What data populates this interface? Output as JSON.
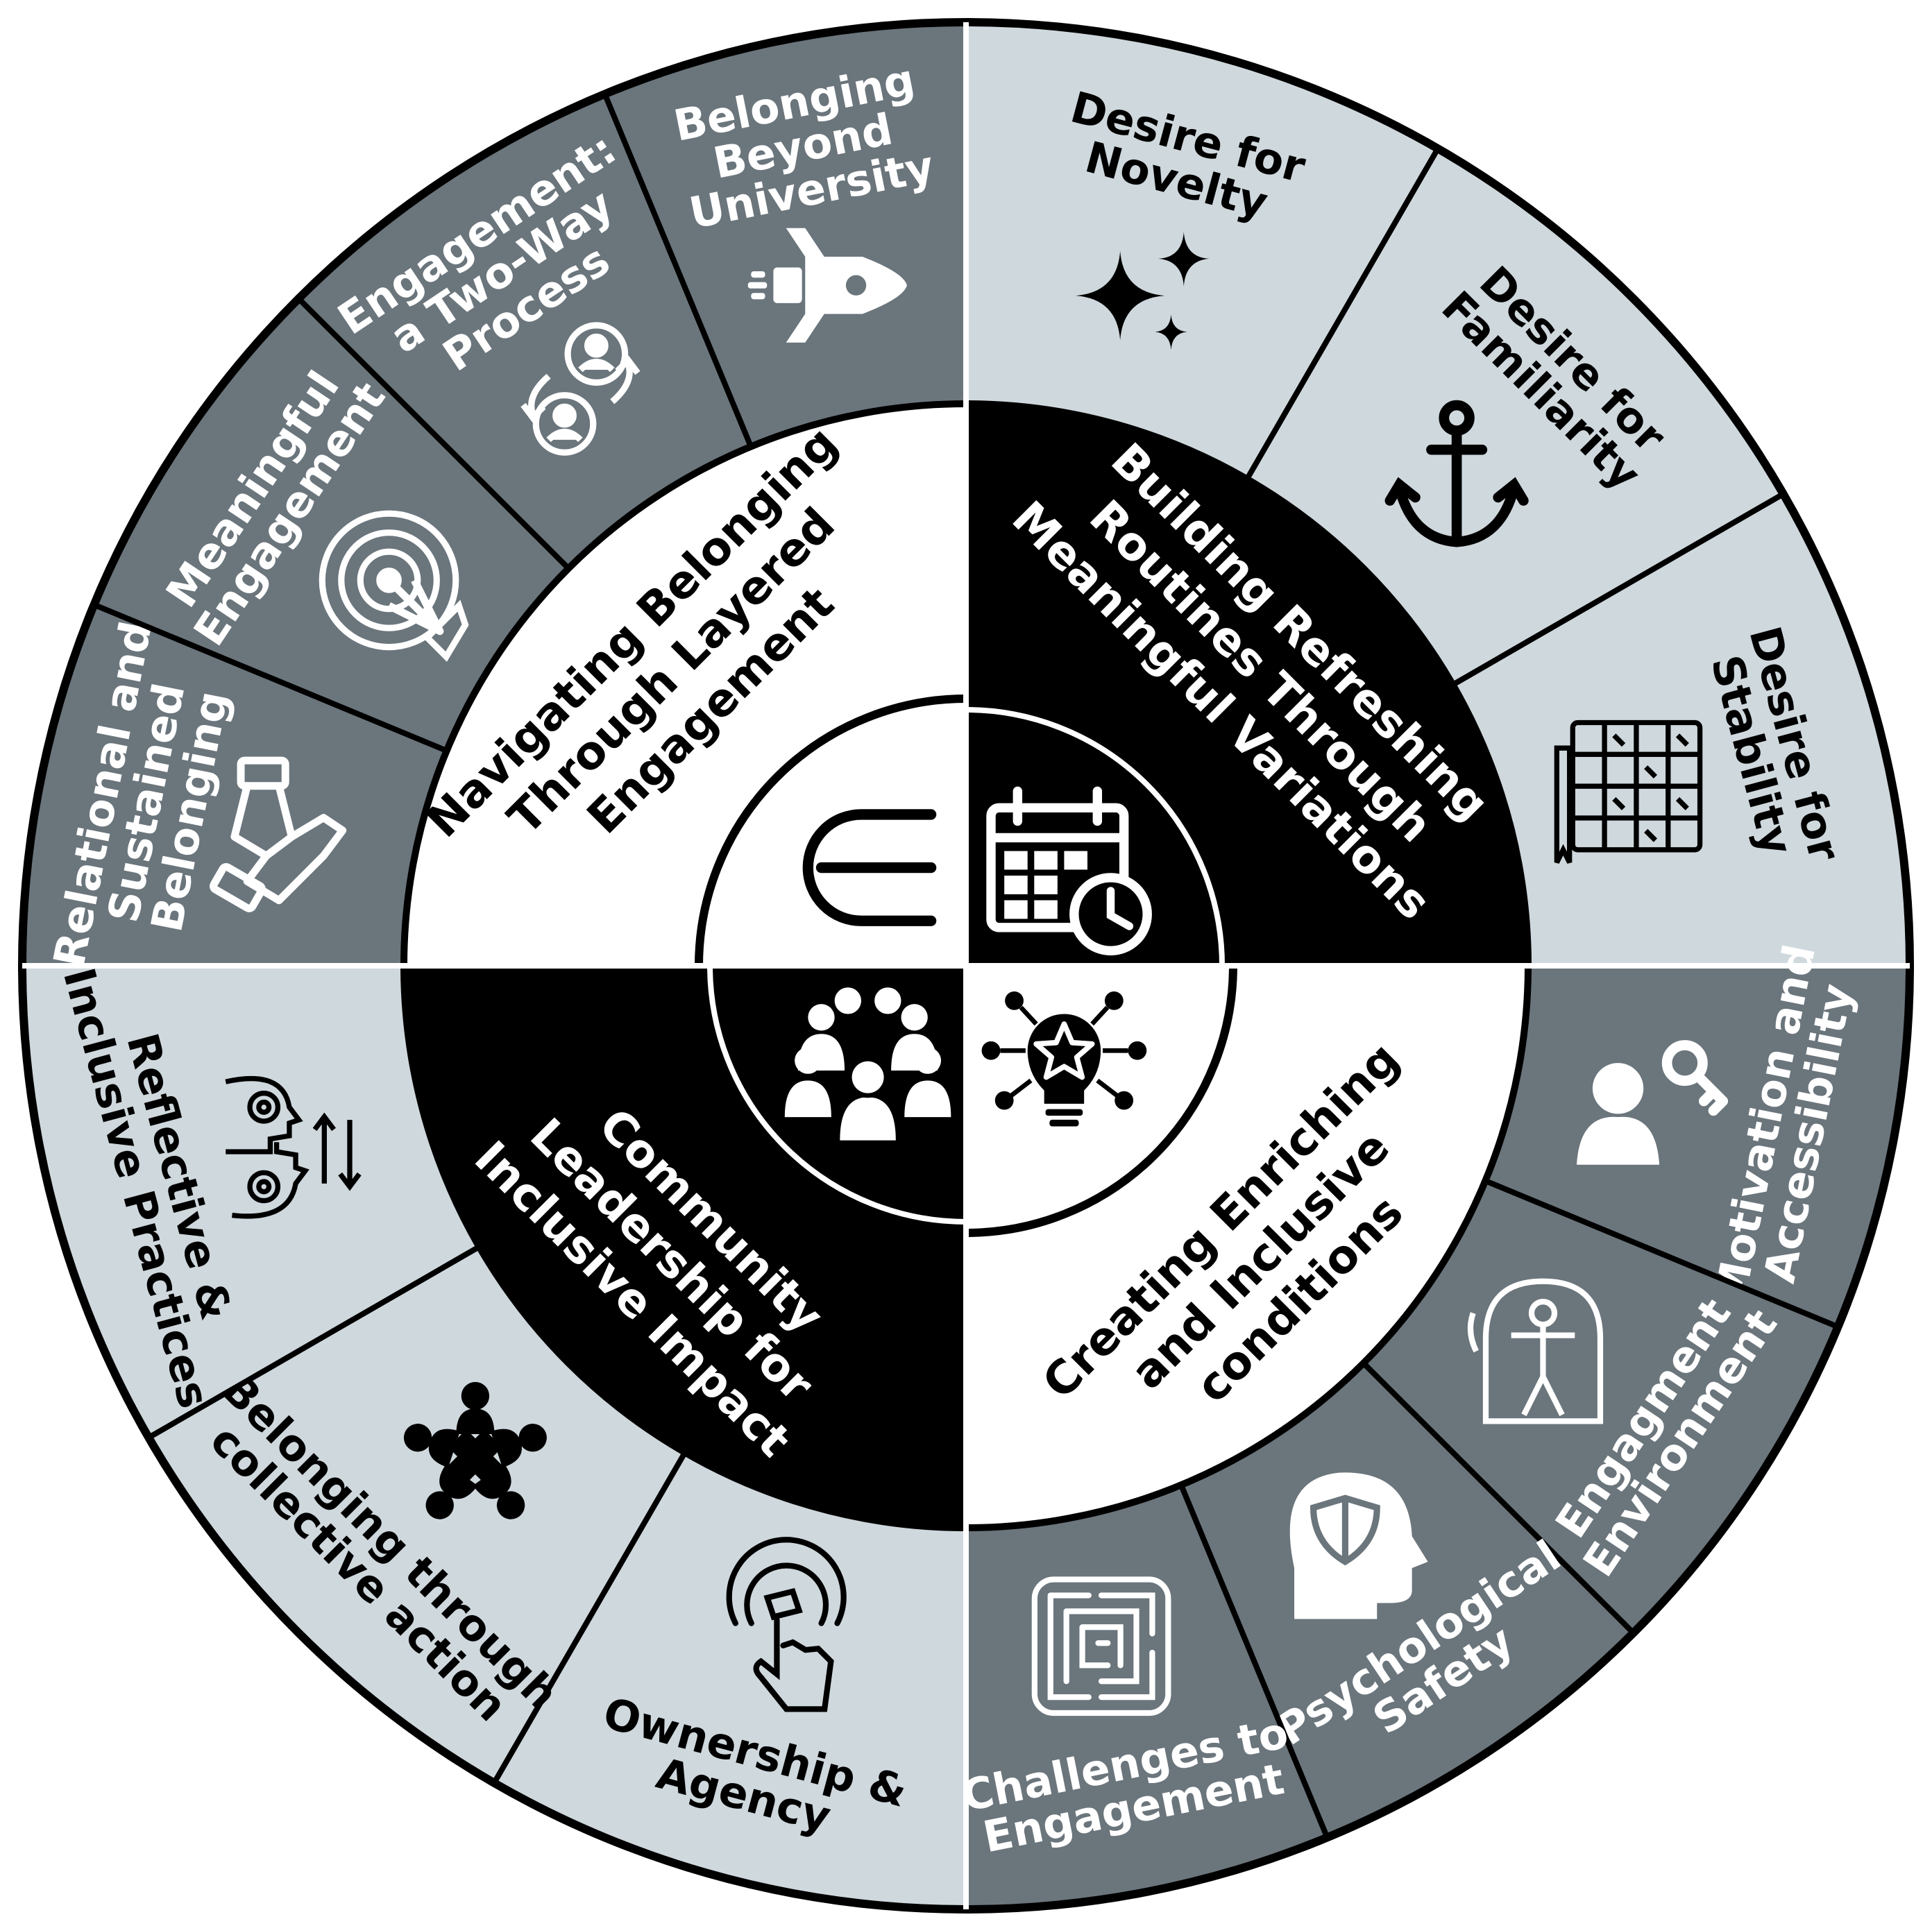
{
  "colors": {
    "dark_grey": "#6b757c",
    "light_grey": "#cfd8dd",
    "black": "#000000",
    "white": "#ffffff"
  },
  "themes": [
    {
      "id": "navigating",
      "label_lines": [
        "Navigating Belonging",
        "Through Layered",
        "Engagement"
      ],
      "icon": "e-letter-icon",
      "fill": "white",
      "subthemes": [
        {
          "label_lines": [
            "Relational and",
            "Sustained",
            "Belonging"
          ],
          "icon": "handshake-icon"
        },
        {
          "label_lines": [
            "Meaningful",
            "Engagement"
          ],
          "icon": "target-arrow-icon"
        },
        {
          "label_lines": [
            "Engagement:",
            "a Two-Way",
            "Process"
          ],
          "icon": "exchange-people-icon"
        },
        {
          "label_lines": [
            "Belonging",
            "Beyond",
            "University"
          ],
          "icon": "rocket-icon"
        }
      ]
    },
    {
      "id": "routines",
      "label_lines": [
        "Building Refreshing",
        "Routines Through",
        "Meaningful Variations"
      ],
      "icon": "calendar-clock-icon",
      "fill": "black",
      "subthemes": [
        {
          "label_lines": [
            "Desire for",
            "Novelty"
          ],
          "icon": "sparkles-icon"
        },
        {
          "label_lines": [
            "Desire for",
            "Familiarity"
          ],
          "icon": "anchor-icon"
        },
        {
          "label_lines": [
            "Desire for",
            "Stability"
          ],
          "icon": "planner-grid-icon"
        }
      ]
    },
    {
      "id": "conditions",
      "label_lines": [
        "Creating Enriching",
        "and Inclusive",
        "conditions"
      ],
      "icon": "lightbulb-star-icon",
      "fill": "white",
      "subthemes": [
        {
          "label_lines": [
            "Motivation and",
            "Accessibility"
          ],
          "icon": "person-key-icon"
        },
        {
          "label_lines": [
            "Engagment",
            "Environment"
          ],
          "icon": "person-dome-icon"
        },
        {
          "label_lines": [
            "Psychological",
            "Safety"
          ],
          "icon": "head-shield-icon"
        },
        {
          "label_lines": [
            "Challenges to",
            "Engagement"
          ],
          "icon": "maze-icon"
        }
      ]
    },
    {
      "id": "community",
      "label_lines": [
        "Community",
        "Leadership for",
        "Inclusive Impact"
      ],
      "icon": "group-people-icon",
      "fill": "black",
      "subthemes": [
        {
          "label_lines": [
            "Ownership &",
            "Agency"
          ],
          "icon": "tap-hand-icon"
        },
        {
          "label_lines": [
            "Belonging through",
            "collective action"
          ],
          "icon": "team-circle-icon"
        },
        {
          "label_lines": [
            "Reflective &",
            "Inclusive Practices"
          ],
          "icon": "heads-gears-icon"
        }
      ]
    }
  ]
}
